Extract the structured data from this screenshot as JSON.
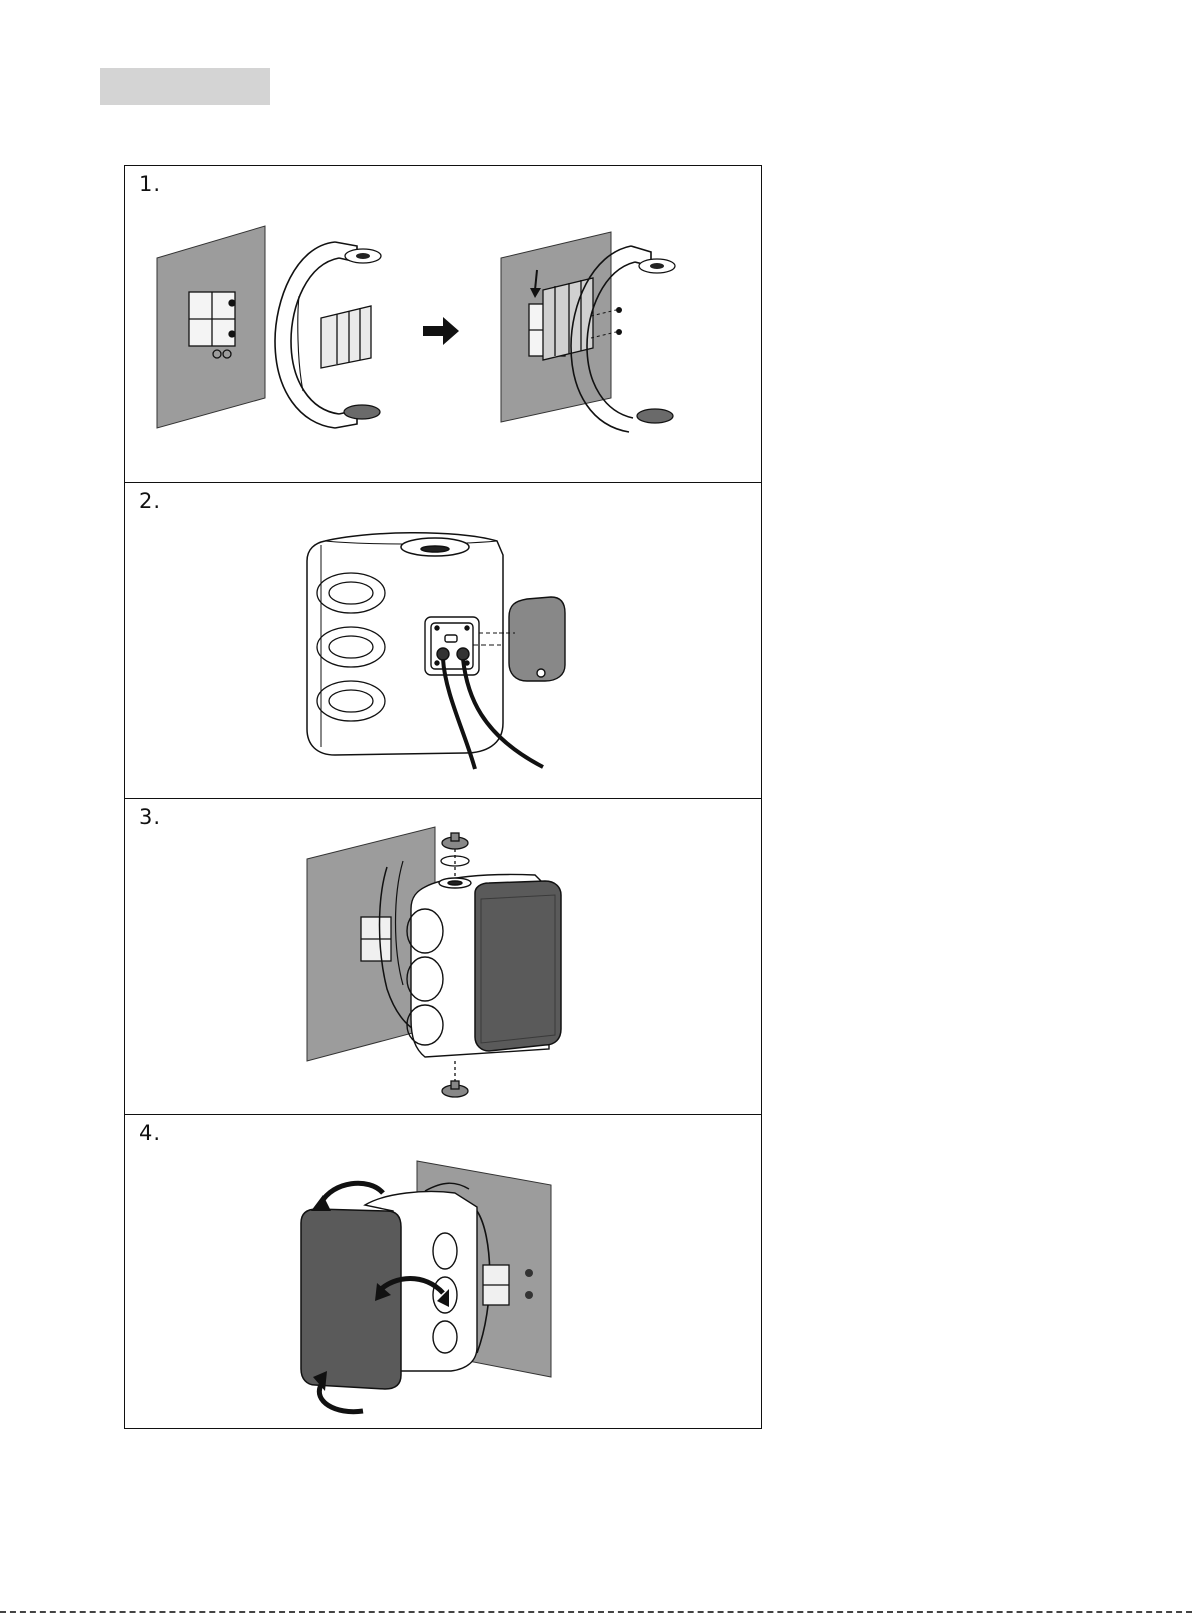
{
  "header": {
    "label": ""
  },
  "steps": [
    {
      "number": "1."
    },
    {
      "number": "2."
    },
    {
      "number": "3."
    },
    {
      "number": "4."
    }
  ],
  "icons": {
    "arrow": "right-arrow-icon",
    "rotate": "rotate-arrow-icon"
  },
  "colors": {
    "wall": "#9c9c9c",
    "grille": "#5a5a5a",
    "cap": "#7d7d7d",
    "line": "#1a1a1a",
    "header_tab": "#d4d4d4"
  }
}
